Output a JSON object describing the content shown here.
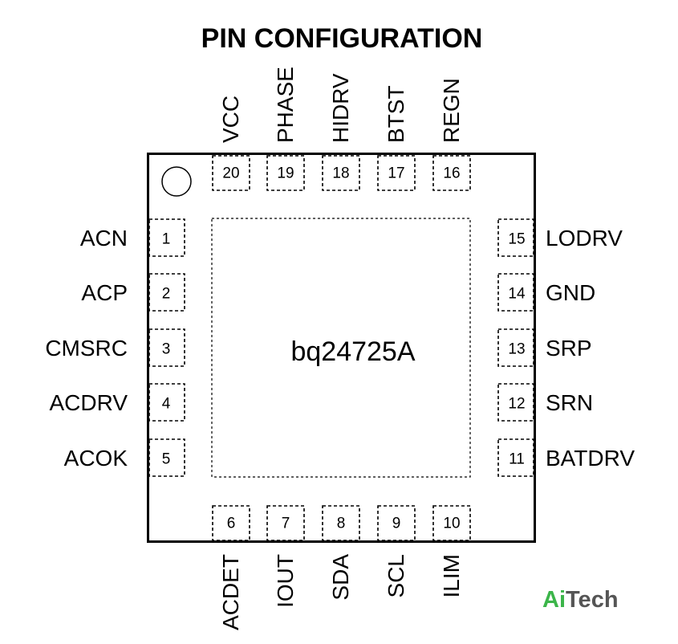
{
  "title": "PIN CONFIGURATION",
  "chip_name": "bq24725A",
  "pins": {
    "left": [
      {
        "num": "1",
        "name": "ACN"
      },
      {
        "num": "2",
        "name": "ACP"
      },
      {
        "num": "3",
        "name": "CMSRC"
      },
      {
        "num": "4",
        "name": "ACDRV"
      },
      {
        "num": "5",
        "name": "ACOK"
      }
    ],
    "bottom": [
      {
        "num": "6",
        "name": "ACDET"
      },
      {
        "num": "7",
        "name": "IOUT"
      },
      {
        "num": "8",
        "name": "SDA"
      },
      {
        "num": "9",
        "name": "SCL"
      },
      {
        "num": "10",
        "name": "ILIM"
      }
    ],
    "right": [
      {
        "num": "11",
        "name": "BATDRV"
      },
      {
        "num": "12",
        "name": "SRN"
      },
      {
        "num": "13",
        "name": "SRP"
      },
      {
        "num": "14",
        "name": "GND"
      },
      {
        "num": "15",
        "name": "LODRV"
      }
    ],
    "top": [
      {
        "num": "16",
        "name": "REGN"
      },
      {
        "num": "17",
        "name": "BTST"
      },
      {
        "num": "18",
        "name": "HIDRV"
      },
      {
        "num": "19",
        "name": "PHASE"
      },
      {
        "num": "20",
        "name": "VCC"
      }
    ]
  },
  "logo": {
    "part1": "Ai",
    "part2": "Tech",
    "color1": "#3cb54a",
    "color2": "#555555"
  }
}
